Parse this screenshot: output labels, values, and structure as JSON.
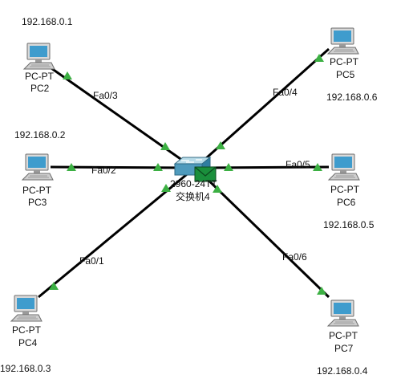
{
  "topology": {
    "switch": {
      "model": "2960-24TT",
      "name": "交换机4"
    },
    "pcs": [
      {
        "id": "pc2",
        "type": "PC-PT",
        "name": "PC2",
        "ip": "192.168.0.1",
        "port": "Fa0/3"
      },
      {
        "id": "pc3",
        "type": "PC-PT",
        "name": "PC3",
        "ip": "192.168.0.2",
        "port": "Fa0/2"
      },
      {
        "id": "pc4",
        "type": "PC-PT",
        "name": "PC4",
        "ip": "192.168.0.3",
        "port": "Fa0/1"
      },
      {
        "id": "pc5",
        "type": "PC-PT",
        "name": "PC5",
        "ip": "192.168.0.6",
        "port": "Fa0/4"
      },
      {
        "id": "pc6",
        "type": "PC-PT",
        "name": "PC6",
        "ip": "192.168.0.5",
        "port": "Fa0/5"
      },
      {
        "id": "pc7",
        "type": "PC-PT",
        "name": "PC7",
        "ip": "192.168.0.4",
        "port": "Fa0/6"
      }
    ],
    "link_status_color": "#3cb043",
    "link_color": "#000000",
    "envelope_color": "#1a8f3c"
  }
}
